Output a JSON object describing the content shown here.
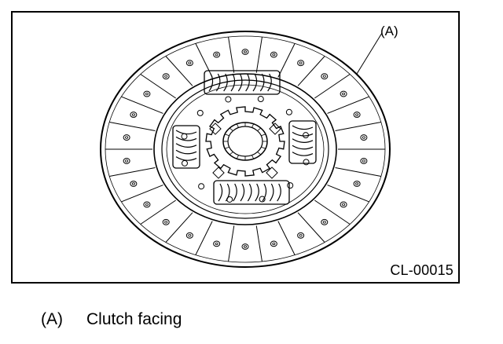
{
  "figure": {
    "code": "CL-00015",
    "callouts": [
      {
        "label": "(A)",
        "target": "clutch-facing"
      }
    ]
  },
  "legend": [
    {
      "key": "(A)",
      "text": "Clutch facing"
    }
  ]
}
